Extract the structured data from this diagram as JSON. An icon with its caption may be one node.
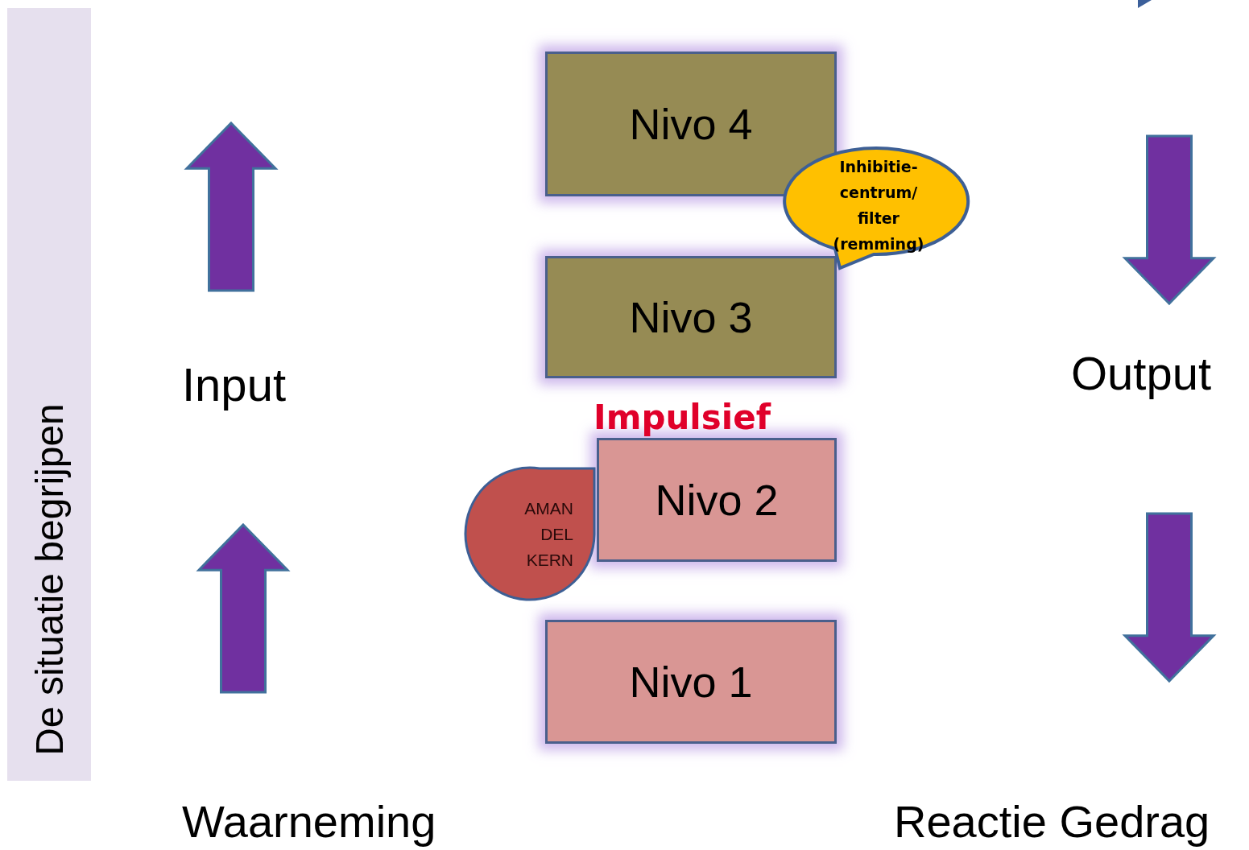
{
  "diagram": {
    "nodes": [
      {
        "text": [
          "De situatie begrijpen"
        ]
      },
      {
        "text": [
          "Nivo 4"
        ]
      },
      {
        "text": [
          "Inhibitie- centrum/ filter (remming)"
        ]
      },
      {
        "text": [
          "Nivo 3"
        ]
      },
      {
        "text": [
          "Nivo 2"
        ]
      },
      {
        "text": [
          "AMAN DEL KERN"
        ]
      },
      {
        "text": [
          "Nivo 1"
        ]
      }
    ],
    "labels": [
      "Input",
      "Output",
      "Impulsief",
      "Waarneming",
      "Reactie Gedrag"
    ]
  }
}
